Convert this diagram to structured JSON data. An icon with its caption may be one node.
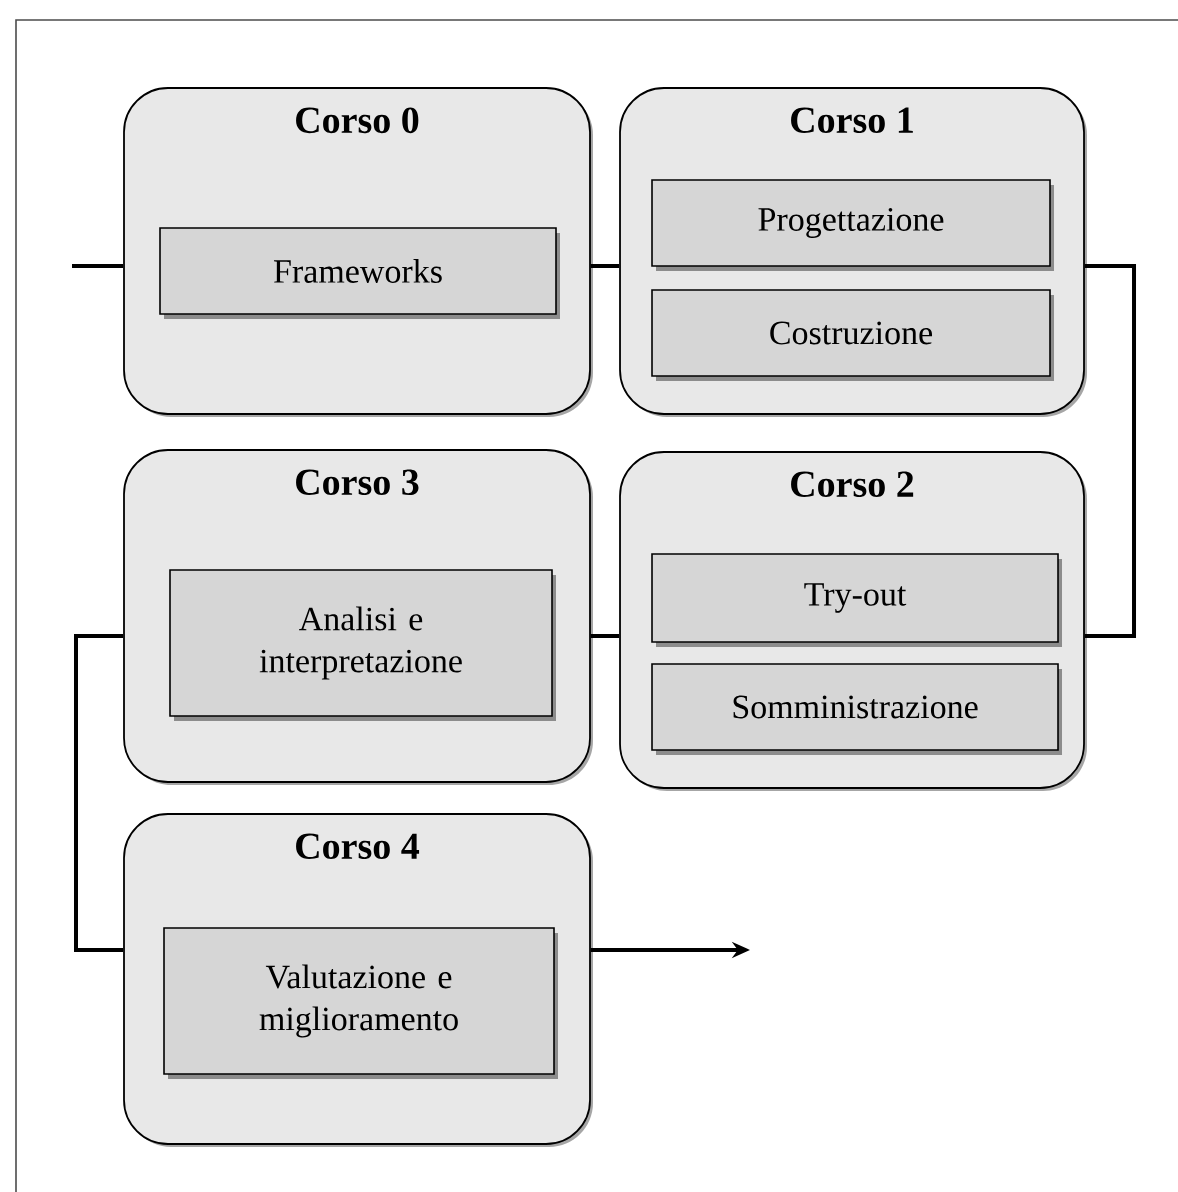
{
  "diagram": {
    "nodes": [
      {
        "text": [
          "Corso 0"
        ]
      },
      {
        "text": [
          "Frameworks"
        ],
        "in": 0
      },
      {
        "text": [
          "Corso 1"
        ]
      },
      {
        "text": [
          "Progettazione"
        ],
        "in": 2
      },
      {
        "text": [
          "Costruzione"
        ],
        "in": 2
      },
      {
        "text": [
          "Corso 3"
        ]
      },
      {
        "text": [
          "Analisi e interpretazione"
        ],
        "in": 5
      },
      {
        "text": [
          "Corso 2"
        ]
      },
      {
        "text": [
          "Try-out"
        ],
        "in": 7
      },
      {
        "text": [
          "Somministrazione"
        ],
        "in": 7
      },
      {
        "text": [
          "Corso 4"
        ]
      },
      {
        "text": [
          "Valutazione e miglioramento"
        ],
        "in": 10
      }
    ],
    "edges": [
      {
        "from": null,
        "to": 0,
        "arrow": "none"
      },
      {
        "from": 0,
        "to": 2,
        "arrow": "none"
      },
      {
        "from": 2,
        "to": 7,
        "arrow": "none"
      },
      {
        "from": 7,
        "to": 5,
        "arrow": "none"
      },
      {
        "from": 5,
        "to": 10,
        "arrow": "none"
      },
      {
        "from": 10,
        "to": null,
        "arrow": "to"
      }
    ]
  }
}
